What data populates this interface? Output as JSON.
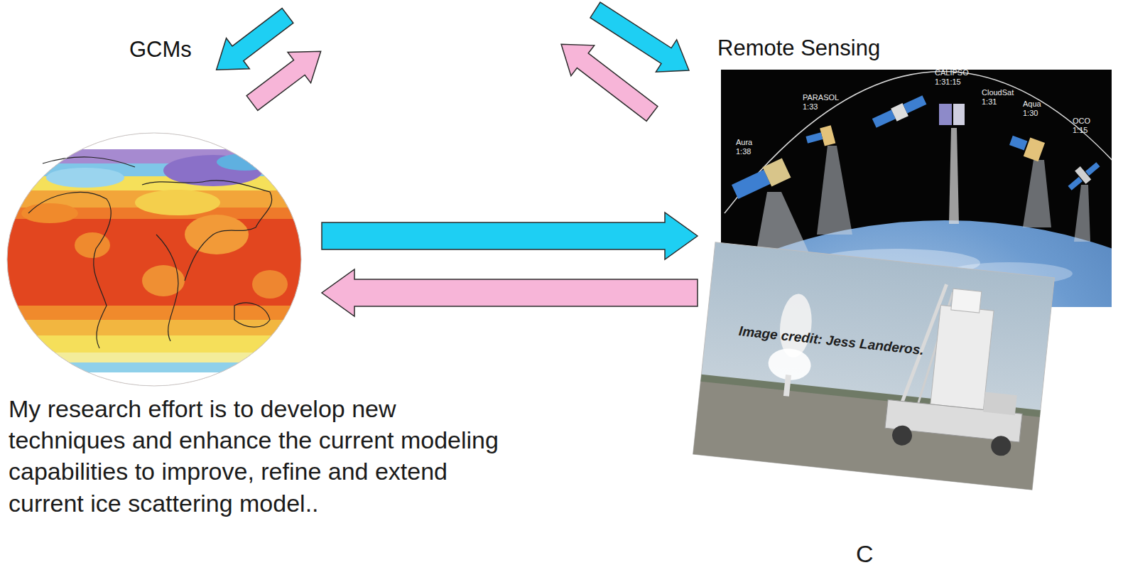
{
  "diagram": {
    "nodes": [
      {
        "text": [
          "GCMs"
        ]
      },
      {
        "text": [
          "Remote Sensing"
        ]
      },
      {
        "text": [
          "Image credit: Jess Landeros."
        ]
      }
    ],
    "edges": [
      {
        "from": 0,
        "to": 1,
        "arrow": "to"
      },
      {
        "from": 1,
        "to": 0,
        "arrow": "to"
      }
    ],
    "labels": [
      "Aura 1:38",
      "PARASOL 1:33",
      "CALIPSO 1:31:15",
      "CloudSat 1:31",
      "Aqua 1:30",
      "OCO 1:15",
      "My research effort is to develop new techniques and enhance the current modeling capabilities to improve, refine and extend current ice scattering model..",
      "C"
    ]
  }
}
